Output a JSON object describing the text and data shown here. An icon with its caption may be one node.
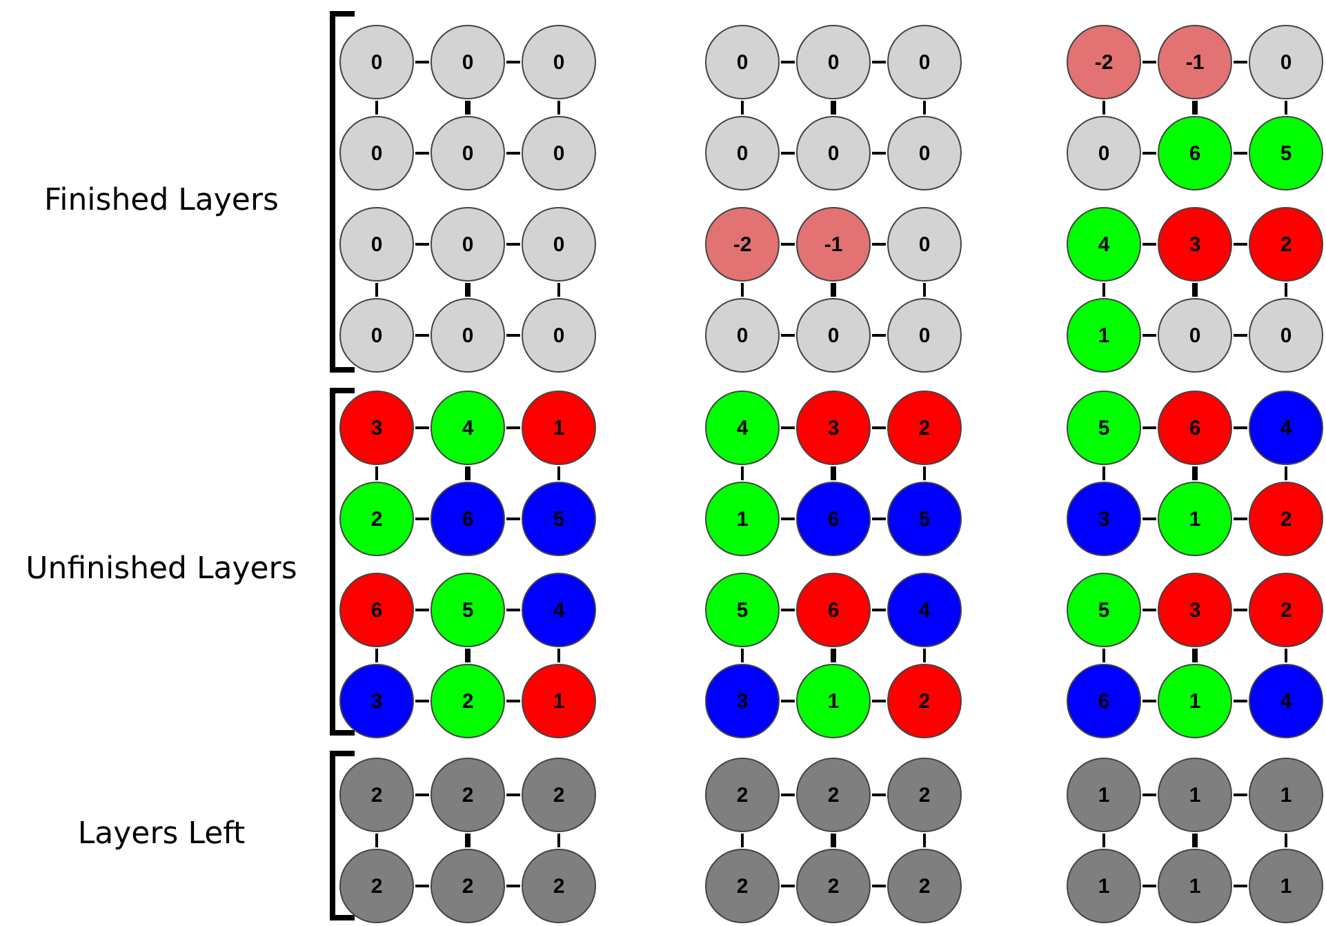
{
  "diagram": {
    "nodes": [
      {
        "text": [
          "0"
        ]
      },
      {
        "text": [
          "0"
        ]
      },
      {
        "text": [
          "0"
        ]
      },
      {
        "text": [
          "0"
        ]
      },
      {
        "text": [
          "0"
        ]
      },
      {
        "text": [
          "0"
        ]
      },
      {
        "text": [
          "-2"
        ]
      },
      {
        "text": [
          "-1"
        ]
      },
      {
        "text": [
          "0"
        ]
      },
      {
        "text": [
          "0"
        ]
      },
      {
        "text": [
          "0"
        ]
      },
      {
        "text": [
          "0"
        ]
      },
      {
        "text": [
          "0"
        ]
      },
      {
        "text": [
          "0"
        ]
      },
      {
        "text": [
          "0"
        ]
      },
      {
        "text": [
          "0"
        ]
      },
      {
        "text": [
          "6"
        ]
      },
      {
        "text": [
          "5"
        ]
      },
      {
        "text": [
          "0"
        ]
      },
      {
        "text": [
          "0"
        ]
      },
      {
        "text": [
          "0"
        ]
      },
      {
        "text": [
          "-2"
        ]
      },
      {
        "text": [
          "-1"
        ]
      },
      {
        "text": [
          "0"
        ]
      },
      {
        "text": [
          "4"
        ]
      },
      {
        "text": [
          "3"
        ]
      },
      {
        "text": [
          "2"
        ]
      },
      {
        "text": [
          "0"
        ]
      },
      {
        "text": [
          "0"
        ]
      },
      {
        "text": [
          "0"
        ]
      },
      {
        "text": [
          "0"
        ]
      },
      {
        "text": [
          "0"
        ]
      },
      {
        "text": [
          "0"
        ]
      },
      {
        "text": [
          "1"
        ]
      },
      {
        "text": [
          "0"
        ]
      },
      {
        "text": [
          "0"
        ]
      },
      {
        "text": [
          "3"
        ]
      },
      {
        "text": [
          "4"
        ]
      },
      {
        "text": [
          "1"
        ]
      },
      {
        "text": [
          "4"
        ]
      },
      {
        "text": [
          "3"
        ]
      },
      {
        "text": [
          "2"
        ]
      },
      {
        "text": [
          "5"
        ]
      },
      {
        "text": [
          "6"
        ]
      },
      {
        "text": [
          "4"
        ]
      },
      {
        "text": [
          "2"
        ]
      },
      {
        "text": [
          "6"
        ]
      },
      {
        "text": [
          "5"
        ]
      },
      {
        "text": [
          "1"
        ]
      },
      {
        "text": [
          "6"
        ]
      },
      {
        "text": [
          "5"
        ]
      },
      {
        "text": [
          "3"
        ]
      },
      {
        "text": [
          "1"
        ]
      },
      {
        "text": [
          "2"
        ]
      },
      {
        "text": [
          "6"
        ]
      },
      {
        "text": [
          "5"
        ]
      },
      {
        "text": [
          "4"
        ]
      },
      {
        "text": [
          "5"
        ]
      },
      {
        "text": [
          "6"
        ]
      },
      {
        "text": [
          "4"
        ]
      },
      {
        "text": [
          "5"
        ]
      },
      {
        "text": [
          "3"
        ]
      },
      {
        "text": [
          "2"
        ]
      },
      {
        "text": [
          "3"
        ]
      },
      {
        "text": [
          "2"
        ]
      },
      {
        "text": [
          "1"
        ]
      },
      {
        "text": [
          "3"
        ]
      },
      {
        "text": [
          "1"
        ]
      },
      {
        "text": [
          "2"
        ]
      },
      {
        "text": [
          "6"
        ]
      },
      {
        "text": [
          "1"
        ]
      },
      {
        "text": [
          "4"
        ]
      },
      {
        "text": [
          "2"
        ]
      },
      {
        "text": [
          "2"
        ]
      },
      {
        "text": [
          "2"
        ]
      },
      {
        "text": [
          "2"
        ]
      },
      {
        "text": [
          "2"
        ]
      },
      {
        "text": [
          "2"
        ]
      },
      {
        "text": [
          "1"
        ]
      },
      {
        "text": [
          "1"
        ]
      },
      {
        "text": [
          "1"
        ]
      },
      {
        "text": [
          "2"
        ]
      },
      {
        "text": [
          "2"
        ]
      },
      {
        "text": [
          "2"
        ]
      },
      {
        "text": [
          "2"
        ]
      },
      {
        "text": [
          "2"
        ]
      },
      {
        "text": [
          "2"
        ]
      },
      {
        "text": [
          "1"
        ]
      },
      {
        "text": [
          "1"
        ]
      },
      {
        "text": [
          "1"
        ]
      }
    ],
    "edges": [
      {
        "from": 0,
        "to": 1,
        "arrow": "none"
      },
      {
        "from": 1,
        "to": 2,
        "arrow": "none"
      },
      {
        "from": 3,
        "to": 4,
        "arrow": "none"
      },
      {
        "from": 4,
        "to": 5,
        "arrow": "none"
      },
      {
        "from": 6,
        "to": 7,
        "arrow": "none"
      },
      {
        "from": 7,
        "to": 8,
        "arrow": "none"
      },
      {
        "from": 0,
        "to": 9,
        "arrow": "none"
      },
      {
        "from": 1,
        "to": 10,
        "arrow": "none",
        "style": "thick"
      },
      {
        "from": 2,
        "to": 11,
        "arrow": "none"
      },
      {
        "from": 3,
        "to": 12,
        "arrow": "none"
      },
      {
        "from": 4,
        "to": 13,
        "arrow": "none",
        "style": "thick"
      },
      {
        "from": 5,
        "to": 14,
        "arrow": "none"
      },
      {
        "from": 6,
        "to": 15,
        "arrow": "none"
      },
      {
        "from": 7,
        "to": 16,
        "arrow": "none",
        "style": "thick"
      },
      {
        "from": 8,
        "to": 17,
        "arrow": "none"
      },
      {
        "from": 9,
        "to": 10,
        "arrow": "none"
      },
      {
        "from": 10,
        "to": 11,
        "arrow": "none"
      },
      {
        "from": 12,
        "to": 13,
        "arrow": "none"
      },
      {
        "from": 13,
        "to": 14,
        "arrow": "none"
      },
      {
        "from": 15,
        "to": 16,
        "arrow": "none"
      },
      {
        "from": 16,
        "to": 17,
        "arrow": "none"
      },
      {
        "from": 18,
        "to": 19,
        "arrow": "none"
      },
      {
        "from": 19,
        "to": 20,
        "arrow": "none"
      },
      {
        "from": 21,
        "to": 22,
        "arrow": "none"
      },
      {
        "from": 22,
        "to": 23,
        "arrow": "none"
      },
      {
        "from": 24,
        "to": 25,
        "arrow": "none"
      },
      {
        "from": 25,
        "to": 26,
        "arrow": "none"
      },
      {
        "from": 18,
        "to": 27,
        "arrow": "none"
      },
      {
        "from": 19,
        "to": 28,
        "arrow": "none",
        "style": "thick"
      },
      {
        "from": 20,
        "to": 29,
        "arrow": "none"
      },
      {
        "from": 21,
        "to": 30,
        "arrow": "none"
      },
      {
        "from": 22,
        "to": 31,
        "arrow": "none",
        "style": "thick"
      },
      {
        "from": 23,
        "to": 32,
        "arrow": "none"
      },
      {
        "from": 24,
        "to": 33,
        "arrow": "none"
      },
      {
        "from": 25,
        "to": 34,
        "arrow": "none",
        "style": "thick"
      },
      {
        "from": 26,
        "to": 35,
        "arrow": "none"
      },
      {
        "from": 27,
        "to": 28,
        "arrow": "none"
      },
      {
        "from": 28,
        "to": 29,
        "arrow": "none"
      },
      {
        "from": 30,
        "to": 31,
        "arrow": "none"
      },
      {
        "from": 31,
        "to": 32,
        "arrow": "none"
      },
      {
        "from": 33,
        "to": 34,
        "arrow": "none"
      },
      {
        "from": 34,
        "to": 35,
        "arrow": "none"
      },
      {
        "from": 36,
        "to": 37,
        "arrow": "none"
      },
      {
        "from": 37,
        "to": 38,
        "arrow": "none"
      },
      {
        "from": 39,
        "to": 40,
        "arrow": "none"
      },
      {
        "from": 40,
        "to": 41,
        "arrow": "none"
      },
      {
        "from": 42,
        "to": 43,
        "arrow": "none"
      },
      {
        "from": 43,
        "to": 44,
        "arrow": "none"
      },
      {
        "from": 36,
        "to": 45,
        "arrow": "none"
      },
      {
        "from": 37,
        "to": 46,
        "arrow": "none",
        "style": "thick"
      },
      {
        "from": 38,
        "to": 47,
        "arrow": "none"
      },
      {
        "from": 39,
        "to": 48,
        "arrow": "none"
      },
      {
        "from": 40,
        "to": 49,
        "arrow": "none",
        "style": "thick"
      },
      {
        "from": 41,
        "to": 50,
        "arrow": "none"
      },
      {
        "from": 42,
        "to": 51,
        "arrow": "none"
      },
      {
        "from": 43,
        "to": 52,
        "arrow": "none",
        "style": "thick"
      },
      {
        "from": 44,
        "to": 53,
        "arrow": "none"
      },
      {
        "from": 45,
        "to": 46,
        "arrow": "none"
      },
      {
        "from": 46,
        "to": 47,
        "arrow": "none"
      },
      {
        "from": 48,
        "to": 49,
        "arrow": "none"
      },
      {
        "from": 49,
        "to": 50,
        "arrow": "none"
      },
      {
        "from": 51,
        "to": 52,
        "arrow": "none"
      },
      {
        "from": 52,
        "to": 53,
        "arrow": "none"
      },
      {
        "from": 54,
        "to": 55,
        "arrow": "none"
      },
      {
        "from": 55,
        "to": 56,
        "arrow": "none"
      },
      {
        "from": 57,
        "to": 58,
        "arrow": "none"
      },
      {
        "from": 58,
        "to": 59,
        "arrow": "none"
      },
      {
        "from": 60,
        "to": 61,
        "arrow": "none"
      },
      {
        "from": 61,
        "to": 62,
        "arrow": "none"
      },
      {
        "from": 54,
        "to": 63,
        "arrow": "none"
      },
      {
        "from": 55,
        "to": 64,
        "arrow": "none",
        "style": "thick"
      },
      {
        "from": 56,
        "to": 65,
        "arrow": "none"
      },
      {
        "from": 57,
        "to": 66,
        "arrow": "none"
      },
      {
        "from": 58,
        "to": 67,
        "arrow": "none",
        "style": "thick"
      },
      {
        "from": 59,
        "to": 68,
        "arrow": "none"
      },
      {
        "from": 60,
        "to": 69,
        "arrow": "none"
      },
      {
        "from": 61,
        "to": 70,
        "arrow": "none",
        "style": "thick"
      },
      {
        "from": 62,
        "to": 71,
        "arrow": "none"
      },
      {
        "from": 63,
        "to": 64,
        "arrow": "none"
      },
      {
        "from": 64,
        "to": 65,
        "arrow": "none"
      },
      {
        "from": 66,
        "to": 67,
        "arrow": "none"
      },
      {
        "from": 67,
        "to": 68,
        "arrow": "none"
      },
      {
        "from": 69,
        "to": 70,
        "arrow": "none"
      },
      {
        "from": 70,
        "to": 71,
        "arrow": "none"
      },
      {
        "from": 72,
        "to": 73,
        "arrow": "none"
      },
      {
        "from": 73,
        "to": 74,
        "arrow": "none"
      },
      {
        "from": 75,
        "to": 76,
        "arrow": "none"
      },
      {
        "from": 76,
        "to": 77,
        "arrow": "none"
      },
      {
        "from": 78,
        "to": 79,
        "arrow": "none"
      },
      {
        "from": 79,
        "to": 80,
        "arrow": "none"
      },
      {
        "from": 72,
        "to": 81,
        "arrow": "none"
      },
      {
        "from": 73,
        "to": 82,
        "arrow": "none",
        "style": "thick"
      },
      {
        "from": 74,
        "to": 83,
        "arrow": "none"
      },
      {
        "from": 75,
        "to": 84,
        "arrow": "none"
      },
      {
        "from": 76,
        "to": 85,
        "arrow": "none",
        "style": "thick"
      },
      {
        "from": 77,
        "to": 86,
        "arrow": "none"
      },
      {
        "from": 78,
        "to": 87,
        "arrow": "none"
      },
      {
        "from": 79,
        "to": 88,
        "arrow": "none",
        "style": "thick"
      },
      {
        "from": 80,
        "to": 89,
        "arrow": "none"
      },
      {
        "from": 81,
        "to": 82,
        "arrow": "none"
      },
      {
        "from": 82,
        "to": 83,
        "arrow": "none"
      },
      {
        "from": 84,
        "to": 85,
        "arrow": "none"
      },
      {
        "from": 85,
        "to": 86,
        "arrow": "none"
      },
      {
        "from": 87,
        "to": 88,
        "arrow": "none"
      },
      {
        "from": 88,
        "to": 89,
        "arrow": "none"
      }
    ],
    "labels": [
      "Finished Layers",
      "Unfinished Layers",
      "Layers Left"
    ]
  }
}
